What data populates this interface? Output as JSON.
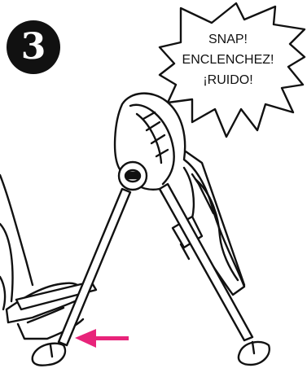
{
  "step": {
    "number": "3"
  },
  "callout": {
    "lines": [
      "SNAP!",
      "ENCLENCHEZ!",
      "¡RUIDO!"
    ]
  },
  "illustration": {
    "subject": "folded high chair",
    "action_arrow_color": "#e8247a",
    "line_color": "#111111"
  }
}
